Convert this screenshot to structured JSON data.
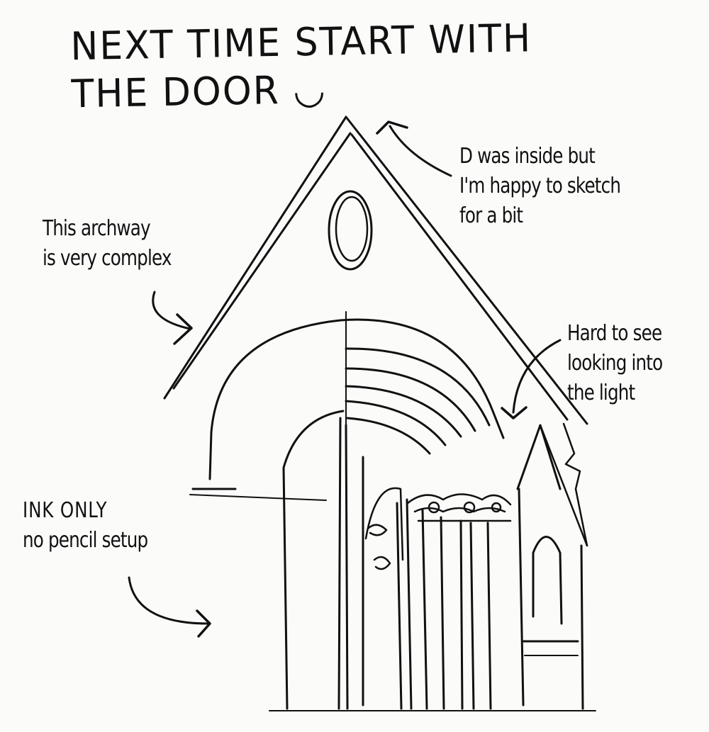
{
  "title": {
    "line1": "NEXT TIME START WITH",
    "line2": "THE DOOR ◡"
  },
  "notes": {
    "d_inside": {
      "line1": "D was inside but",
      "line2": "I'm happy to sketch",
      "line3": "for a bit"
    },
    "archway": {
      "line1": "This archway",
      "line2": "is very complex"
    },
    "hard_to_see": {
      "line1": "Hard to see",
      "line2": "looking into",
      "line3": "the light"
    },
    "ink_only": {
      "line1": "INK ONLY",
      "line2": "no pencil setup"
    }
  },
  "colors": {
    "ink": "#111111",
    "paper": "#fbfbfa"
  }
}
